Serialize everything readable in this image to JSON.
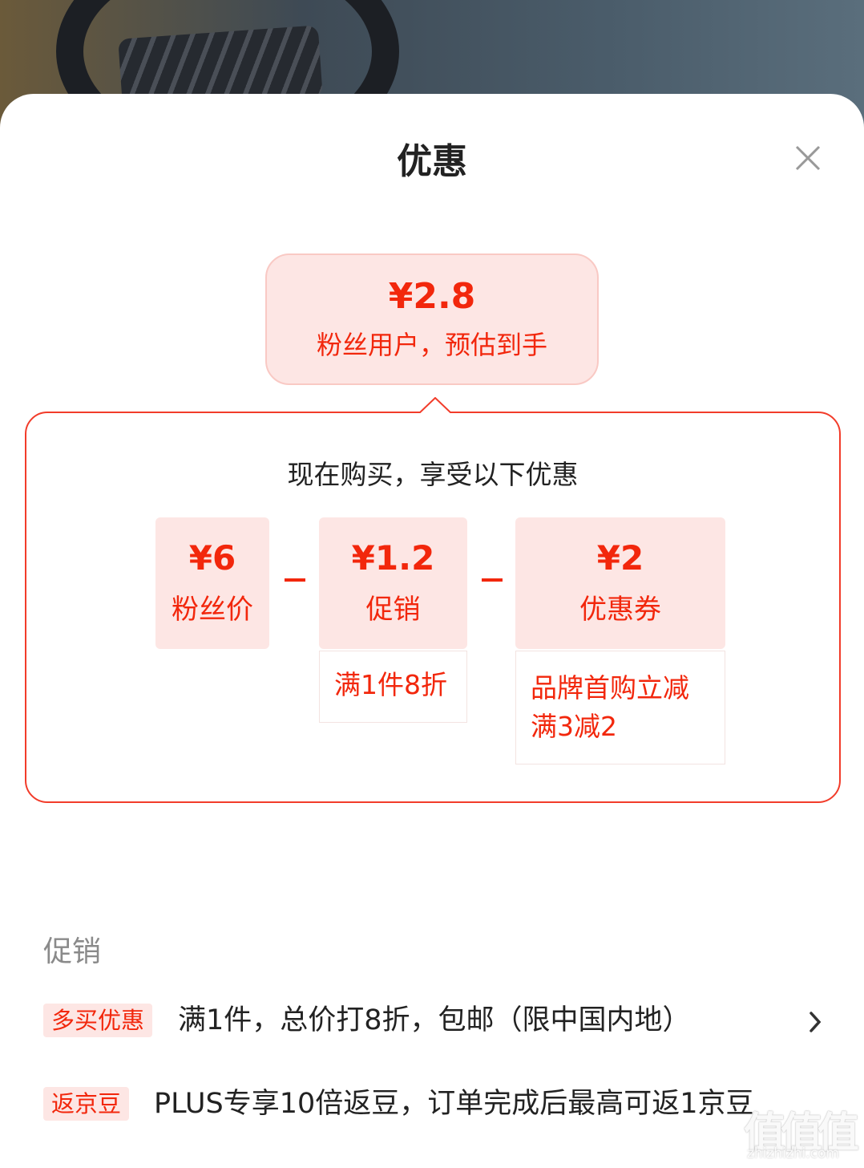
{
  "sheet": {
    "title": "优惠"
  },
  "bubble": {
    "price": "¥2.8",
    "desc": "粉丝用户，预估到手"
  },
  "panel": {
    "title": "现在购买，享受以下优惠",
    "cards": [
      {
        "value": "¥6",
        "label": "粉丝价"
      },
      {
        "value": "¥1.2",
        "label": "促销",
        "detail": [
          "满1件8折"
        ]
      },
      {
        "value": "¥2",
        "label": "优惠券",
        "detail": [
          "品牌首购立减",
          "满3减2"
        ]
      }
    ]
  },
  "promotions": {
    "section_label": "促销",
    "items": [
      {
        "tag": "多买优惠",
        "text": "满1件，总价打8折，包邮（限中国内地）"
      },
      {
        "tag": "返京豆",
        "text": "PLUS专享10倍返豆，订单完成后最高可返1京豆"
      }
    ]
  },
  "watermark": {
    "big": "值值值",
    "small": "zhizhizhi.com"
  },
  "colors": {
    "accent": "#f2270c",
    "tag_bg": "#fde6e4",
    "panel_border": "#f23c2a"
  }
}
